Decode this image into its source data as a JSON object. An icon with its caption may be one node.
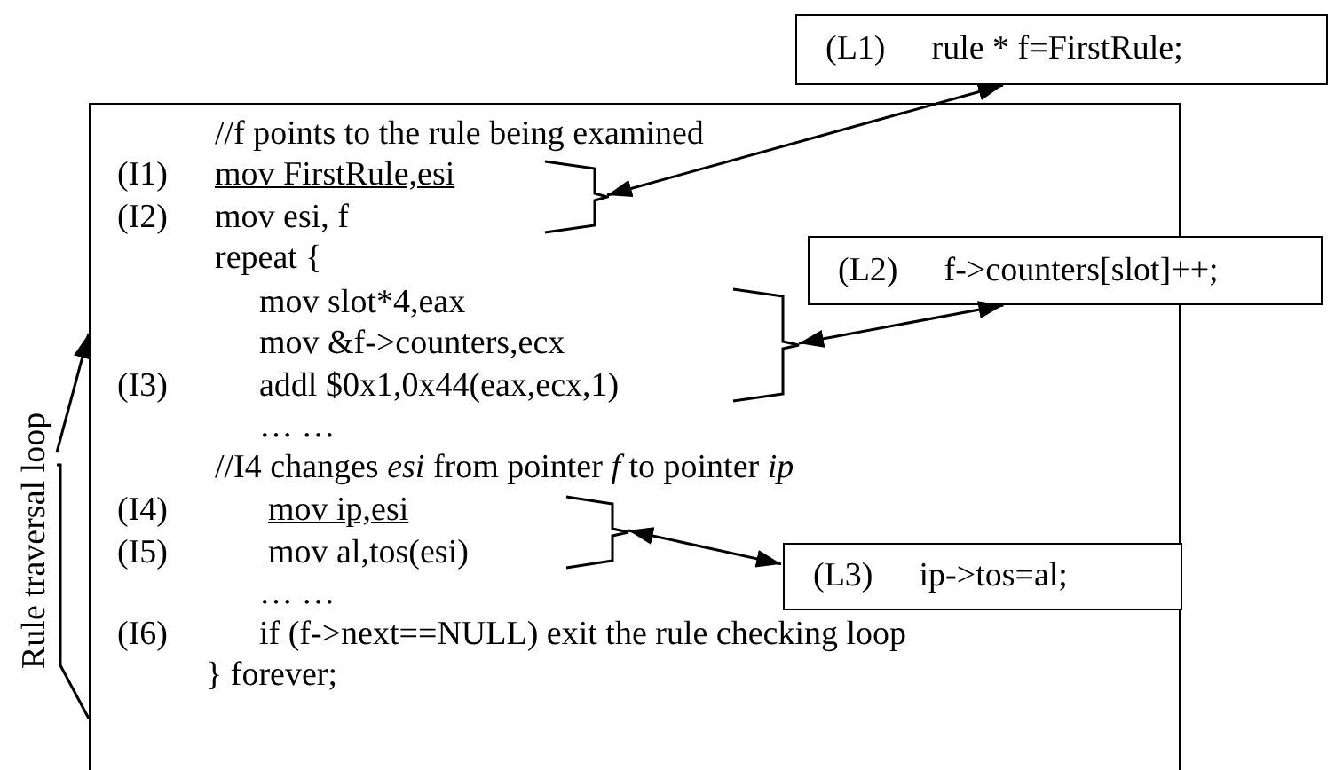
{
  "diagram": {
    "nodes": [
      {
        "text": [
          "(L1)",
          "rule * f=FirstRule;"
        ]
      },
      {
        "text": [],
        "shape": "box"
      },
      {
        "text": [
          "(I1)",
          "mov FirstRule,esi",
          "(I2)",
          "mov esi, f"
        ],
        "in": 1
      },
      {
        "text": [
          "(L2)",
          "f->counters[slot]++;"
        ]
      },
      {
        "text": [
          "mov slot*4,eax",
          "mov &f->counters,ecx",
          "(I3)",
          "addl $0x1,0x44(eax,ecx,1)"
        ],
        "in": 1
      },
      {
        "text": [
          "(I4)",
          "mov  ip,esi",
          "(I5)",
          "mov al,tos(esi)"
        ],
        "in": 1
      },
      {
        "text": [
          "(L3)",
          "ip->tos=al;"
        ],
        "in": 1
      },
      {
        "text": [
          "Rule traversal loop"
        ]
      }
    ],
    "edges": [
      {
        "from": 2,
        "to": 0,
        "arrow": "both"
      },
      {
        "from": 4,
        "to": 3,
        "arrow": "both"
      },
      {
        "from": 5,
        "to": 6,
        "arrow": "both"
      },
      {
        "from": 7,
        "to": 1,
        "arrow": "to"
      },
      {
        "from": 7,
        "to": 1,
        "arrow": "none"
      }
    ],
    "labels": [
      "//f points to the rule being examined",
      "repeat {",
      "… …",
      "//I4 changes *esi* from pointer *f* to pointer *ip*",
      "… …",
      "(I6)",
      "if (f->next==NULL) exit the rule checking loop",
      "} forever;"
    ]
  }
}
